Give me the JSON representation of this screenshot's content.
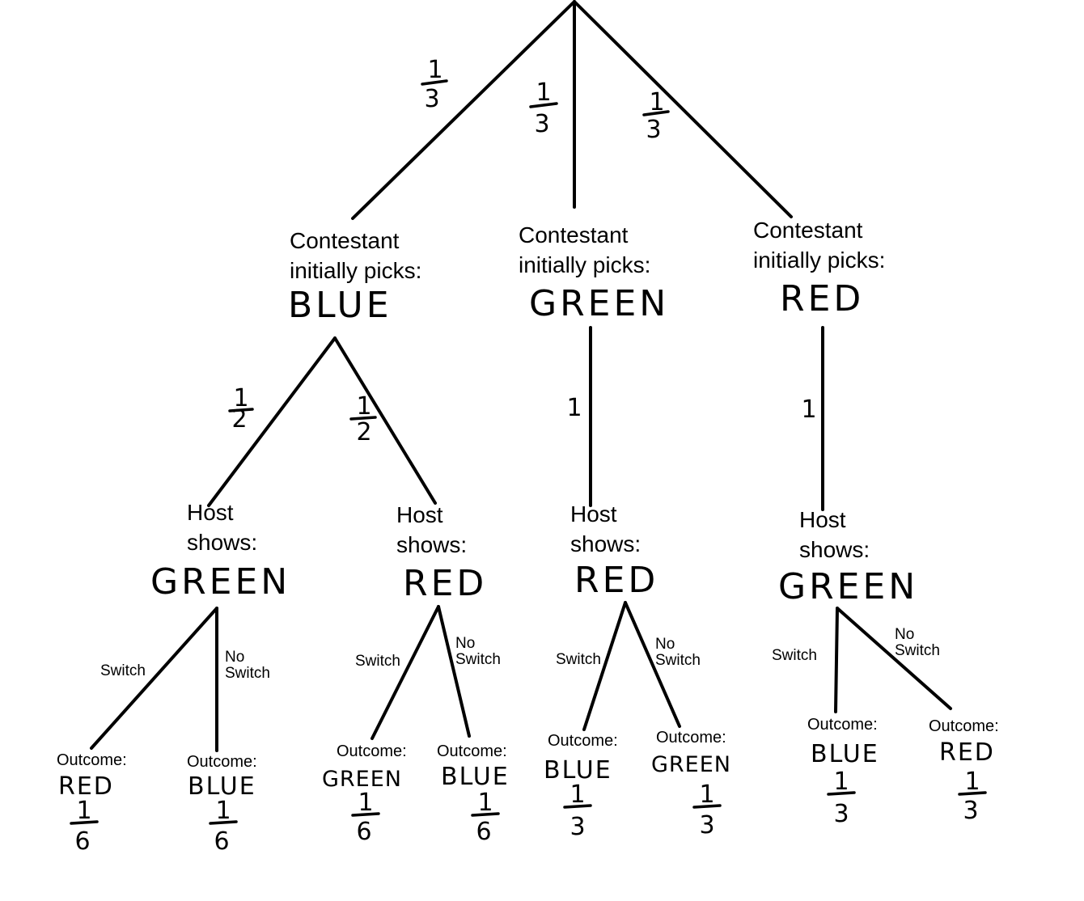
{
  "root_branches": [
    {
      "prob_num": "1",
      "prob_den": "3"
    },
    {
      "prob_num": "1",
      "prob_den": "3"
    },
    {
      "prob_num": "1",
      "prob_den": "3"
    }
  ],
  "picks": [
    {
      "caption_line1": "Contestant",
      "caption_line2": "initially picks:",
      "color": "BLUE"
    },
    {
      "caption_line1": "Contestant",
      "caption_line2": "initially picks:",
      "color": "GREEN"
    },
    {
      "caption_line1": "Contestant",
      "caption_line2": "initially picks:",
      "color": "RED"
    }
  ],
  "host_branches": [
    {
      "prob_num": "1",
      "prob_den": "2"
    },
    {
      "prob_num": "1",
      "prob_den": "2"
    },
    {
      "prob": "1"
    },
    {
      "prob": "1"
    }
  ],
  "hosts": [
    {
      "caption_line1": "Host",
      "caption_line2": "shows:",
      "color": "GREEN"
    },
    {
      "caption_line1": "Host",
      "caption_line2": "shows:",
      "color": "RED"
    },
    {
      "caption_line1": "Host",
      "caption_line2": "shows:",
      "color": "RED"
    },
    {
      "caption_line1": "Host",
      "caption_line2": "shows:",
      "color": "GREEN"
    }
  ],
  "branch_labels": {
    "switch": "Switch",
    "no_switch_line1": "No",
    "no_switch_line2": "Switch"
  },
  "outcomes": [
    {
      "caption": "Outcome:",
      "color": "RED",
      "prob_num": "1",
      "prob_den": "6"
    },
    {
      "caption": "Outcome:",
      "color": "BLUE",
      "prob_num": "1",
      "prob_den": "6"
    },
    {
      "caption": "Outcome:",
      "color": "GREEN",
      "prob_num": "1",
      "prob_den": "6"
    },
    {
      "caption": "Outcome:",
      "color": "BLUE",
      "prob_num": "1",
      "prob_den": "6"
    },
    {
      "caption": "Outcome:",
      "color": "BLUE",
      "prob_num": "1",
      "prob_den": "3"
    },
    {
      "caption": "Outcome:",
      "color": "GREEN",
      "prob_num": "1",
      "prob_den": "3"
    },
    {
      "caption": "Outcome:",
      "color": "BLUE",
      "prob_num": "1",
      "prob_den": "3"
    },
    {
      "caption": "Outcome:",
      "color": "RED",
      "prob_num": "1",
      "prob_den": "3"
    }
  ]
}
